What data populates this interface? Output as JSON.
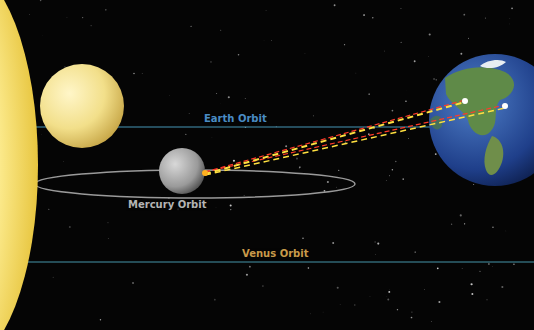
{
  "diagram": {
    "labels": [
      "Earth Orbit",
      "Mercury Orbit",
      "Venus Orbit"
    ]
  }
}
